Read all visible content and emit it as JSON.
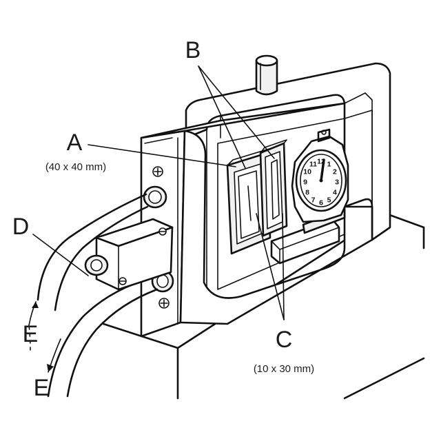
{
  "labels": {
    "a": "A",
    "a_size": "(40 x 40 mm)",
    "b": "B",
    "c": "C",
    "c_size": "(10 x 30 mm)",
    "d": "D",
    "e_upper": "E",
    "e_lower": "E"
  },
  "clock": {
    "numerals": [
      "12",
      "1",
      "2",
      "3",
      "4",
      "5",
      "6",
      "7",
      "8",
      "9",
      "10",
      "11"
    ]
  }
}
